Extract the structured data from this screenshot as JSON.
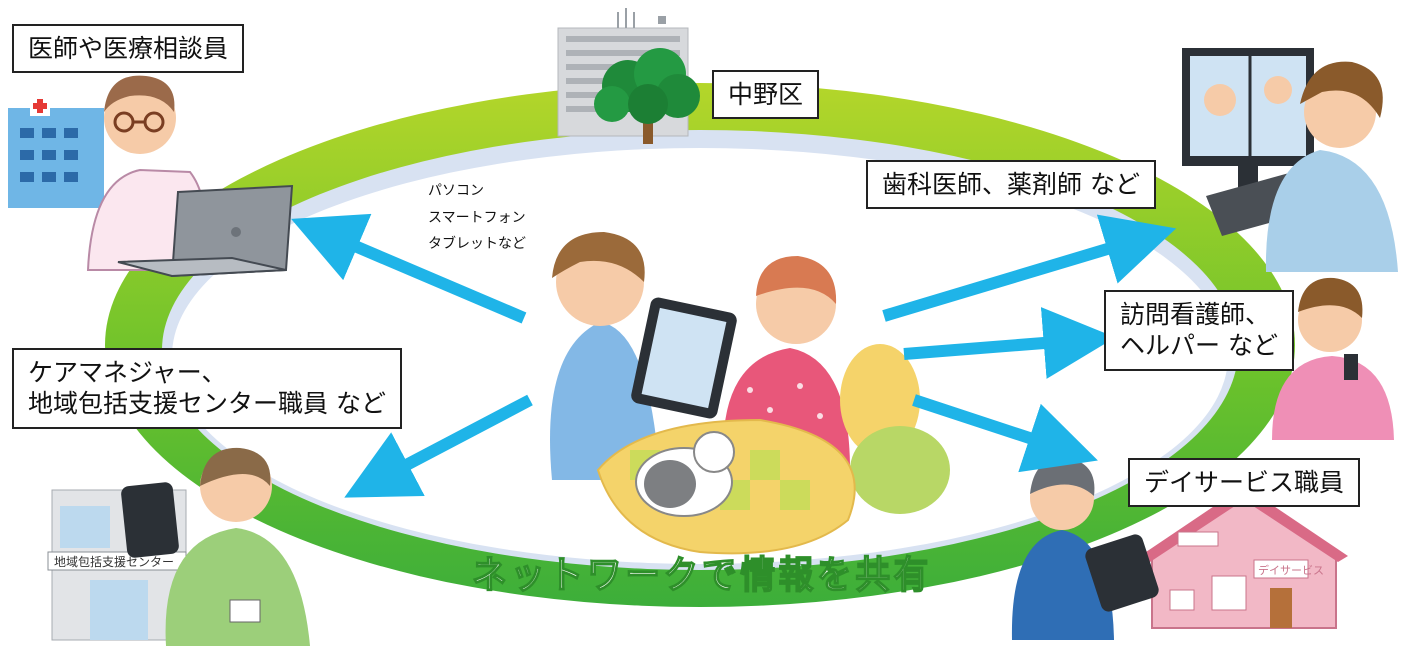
{
  "central_actor": "中野区",
  "participants": [
    {
      "id": "doctor",
      "label": "医師や医療相談員"
    },
    {
      "id": "dentist",
      "label": "歯科医師、薬剤師 など"
    },
    {
      "id": "nurse",
      "label": "訪問看護師、\nヘルパー など"
    },
    {
      "id": "care_manager",
      "label": "ケアマネジャー、\n地域包括支援センター職員 など"
    },
    {
      "id": "day_service",
      "label": "デイサービス職員"
    }
  ],
  "devices": [
    "パソコン",
    "スマートフォン",
    "タブレットなど"
  ],
  "ring_label": "ネットワークで情報を共有",
  "building_signs": {
    "community_center": "地域包括支援センター",
    "day_service": "デイサービス"
  },
  "colors": {
    "ring_green": "#5cbf2a",
    "ring_lime": "#a9d22b",
    "arrow_blue": "#1fb4e8"
  }
}
